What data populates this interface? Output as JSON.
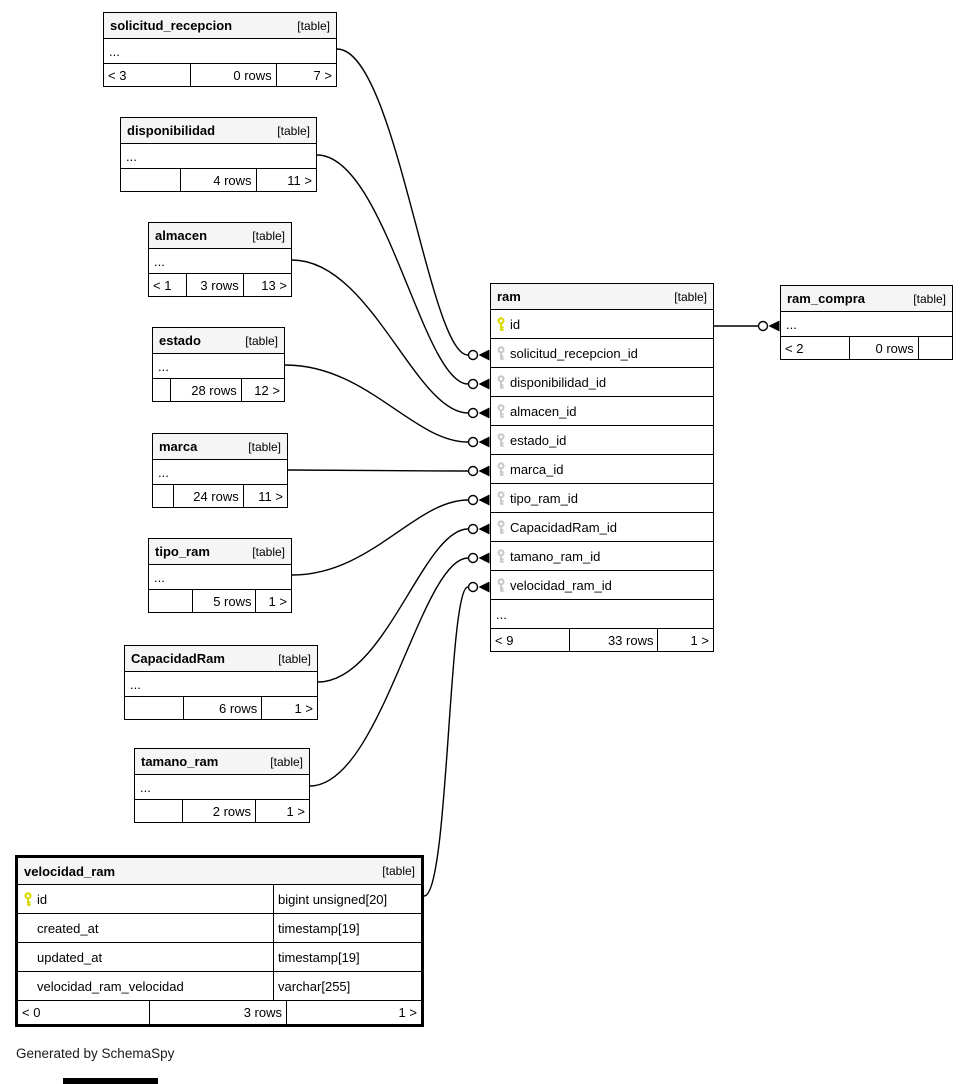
{
  "footer_note": "Generated by SchemaSpy",
  "colors": {
    "primary_key_icon": "#d9d900",
    "foreign_key_icon": "#c9c9c9",
    "header_background": "#f5f5f5",
    "border": "#000000"
  },
  "diagram": {
    "tables": [
      {
        "name": "solicitud_recepcion",
        "tag": "[table]",
        "rows": [
          {
            "ellipsis": "..."
          }
        ],
        "footer": {
          "left": "< 3",
          "center": "0 rows",
          "right": "7 >"
        }
      },
      {
        "name": "disponibilidad",
        "tag": "[table]",
        "rows": [
          {
            "ellipsis": "..."
          }
        ],
        "footer": {
          "left": "",
          "center": "4 rows",
          "right": "11 >"
        }
      },
      {
        "name": "almacen",
        "tag": "[table]",
        "rows": [
          {
            "ellipsis": "..."
          }
        ],
        "footer": {
          "left": "< 1",
          "center": "3 rows",
          "right": "13 >"
        }
      },
      {
        "name": "estado",
        "tag": "[table]",
        "rows": [
          {
            "ellipsis": "..."
          }
        ],
        "footer": {
          "left": "",
          "center": "28 rows",
          "right": "12 >"
        }
      },
      {
        "name": "marca",
        "tag": "[table]",
        "rows": [
          {
            "ellipsis": "..."
          }
        ],
        "footer": {
          "left": "",
          "center": "24 rows",
          "right": "11 >"
        }
      },
      {
        "name": "tipo_ram",
        "tag": "[table]",
        "rows": [
          {
            "ellipsis": "..."
          }
        ],
        "footer": {
          "left": "",
          "center": "5 rows",
          "right": "1 >"
        }
      },
      {
        "name": "CapacidadRam",
        "tag": "[table]",
        "rows": [
          {
            "ellipsis": "..."
          }
        ],
        "footer": {
          "left": "",
          "center": "6 rows",
          "right": "1 >"
        }
      },
      {
        "name": "tamano_ram",
        "tag": "[table]",
        "rows": [
          {
            "ellipsis": "..."
          }
        ],
        "footer": {
          "left": "",
          "center": "2 rows",
          "right": "1 >"
        }
      },
      {
        "name": "velocidad_ram",
        "tag": "[table]",
        "rows": [
          {
            "icon": "pk",
            "name": "id",
            "type": "bigint unsigned[20]"
          },
          {
            "icon": "",
            "name": "created_at",
            "type": "timestamp[19]"
          },
          {
            "icon": "",
            "name": "updated_at",
            "type": "timestamp[19]"
          },
          {
            "icon": "",
            "name": "velocidad_ram_velocidad",
            "type": "varchar[255]"
          }
        ],
        "footer": {
          "left": "< 0",
          "center": "3 rows",
          "right": "1 >"
        }
      },
      {
        "name": "ram",
        "tag": "[table]",
        "rows": [
          {
            "icon": "pk",
            "name": "id"
          },
          {
            "icon": "fk",
            "name": "solicitud_recepcion_id"
          },
          {
            "icon": "fk",
            "name": "disponibilidad_id"
          },
          {
            "icon": "fk",
            "name": "almacen_id"
          },
          {
            "icon": "fk",
            "name": "estado_id"
          },
          {
            "icon": "fk",
            "name": "marca_id"
          },
          {
            "icon": "fk",
            "name": "tipo_ram_id"
          },
          {
            "icon": "fk",
            "name": "CapacidadRam_id"
          },
          {
            "icon": "fk",
            "name": "tamano_ram_id"
          },
          {
            "icon": "fk",
            "name": "velocidad_ram_id"
          },
          {
            "ellipsis": "..."
          }
        ],
        "footer": {
          "left": "< 9",
          "center": "33 rows",
          "right": "1 >"
        }
      },
      {
        "name": "ram_compra",
        "tag": "[table]",
        "rows": [
          {
            "ellipsis": "..."
          }
        ],
        "footer": {
          "left": "< 2",
          "center": "0 rows",
          "right": ""
        }
      }
    ],
    "relations": [
      {
        "from": "solicitud_recepcion",
        "to": "ram",
        "to_column": "solicitud_recepcion_id"
      },
      {
        "from": "disponibilidad",
        "to": "ram",
        "to_column": "disponibilidad_id"
      },
      {
        "from": "almacen",
        "to": "ram",
        "to_column": "almacen_id"
      },
      {
        "from": "estado",
        "to": "ram",
        "to_column": "estado_id"
      },
      {
        "from": "marca",
        "to": "ram",
        "to_column": "marca_id"
      },
      {
        "from": "tipo_ram",
        "to": "ram",
        "to_column": "tipo_ram_id"
      },
      {
        "from": "CapacidadRam",
        "to": "ram",
        "to_column": "CapacidadRam_id"
      },
      {
        "from": "tamano_ram",
        "to": "ram",
        "to_column": "tamano_ram_id"
      },
      {
        "from": "velocidad_ram",
        "to": "ram",
        "to_column": "velocidad_ram_id"
      },
      {
        "from": "ram",
        "from_column": "id",
        "to": "ram_compra"
      }
    ]
  }
}
